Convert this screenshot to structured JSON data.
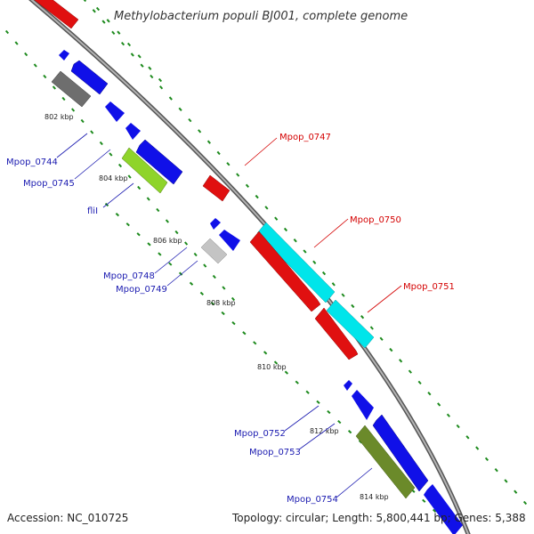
{
  "title": "Methylobacterium populi BJ001, complete genome",
  "footer": {
    "accession": "Accession: NC_010725",
    "summary": "Topology: circular; Length: 5,800,441 bp; Genes: 5,388"
  },
  "colors": {
    "backbone": "#8c8c8c",
    "dots": "#1d8a1d",
    "forward_gene": "#e01010",
    "reverse_gene": "#1010e8",
    "cyan_gene": "#00e5ea",
    "gray_gene": "#6e6e6e",
    "light_gray_gene": "#c4c4c4",
    "green_gene": "#8fd42a",
    "olive_gene": "#6b8a2a",
    "blue_label": "#1a1ab0",
    "red_label": "#d40000"
  },
  "kbp_ticks": [
    "802 kbp",
    "804 kbp",
    "806 kbp",
    "808 kbp",
    "810 kbp",
    "812 kbp",
    "814 kbp"
  ],
  "gene_labels": {
    "mpop_0744": "Mpop_0744",
    "mpop_0745": "Mpop_0745",
    "flil": "fliI",
    "mpop_0747": "Mpop_0747",
    "mpop_0748": "Mpop_0748",
    "mpop_0749": "Mpop_0749",
    "mpop_0750": "Mpop_0750",
    "mpop_0751": "Mpop_0751",
    "mpop_0752": "Mpop_0752",
    "mpop_0753": "Mpop_0753",
    "mpop_0754": "Mpop_0754"
  }
}
